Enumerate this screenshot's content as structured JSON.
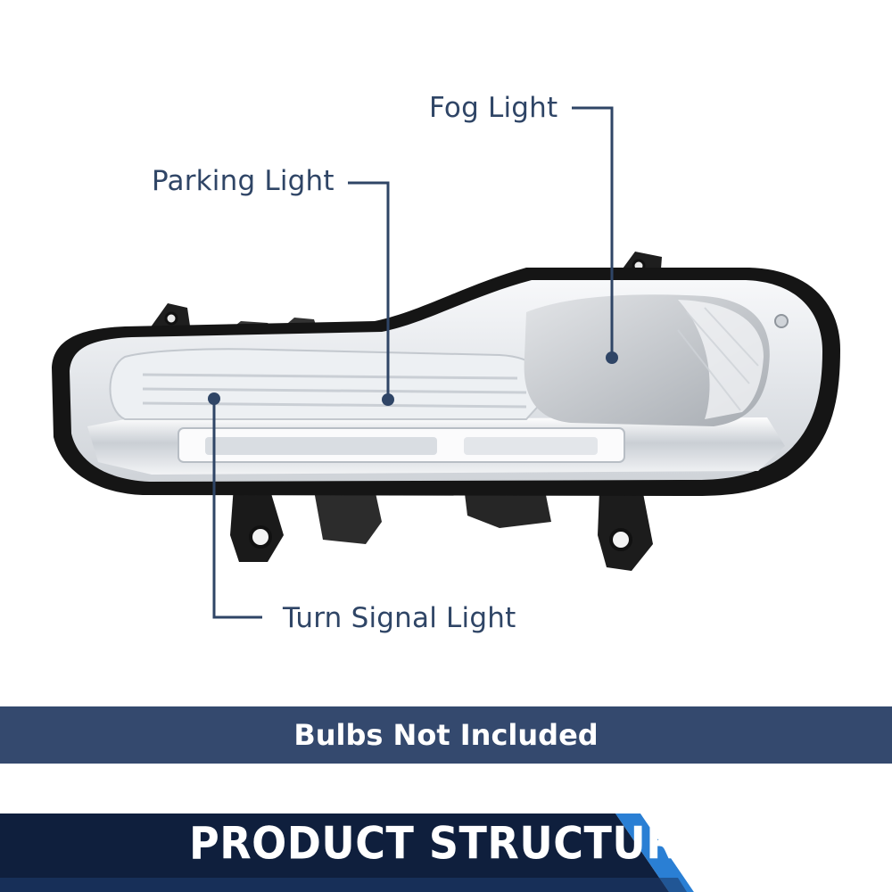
{
  "callouts": {
    "fog_light": "Fog Light",
    "parking_light": "Parking Light",
    "turn_signal_light": "Turn Signal Light"
  },
  "banner": {
    "text": "Bulbs Not Included"
  },
  "footer": {
    "title": "PRODUCT STRUCTURE"
  },
  "colors": {
    "label_navy": "#2f4566",
    "banner_navy": "#34496e",
    "footer_dark": "#0f1f3d",
    "footer_accent": "#2a7fd4"
  }
}
